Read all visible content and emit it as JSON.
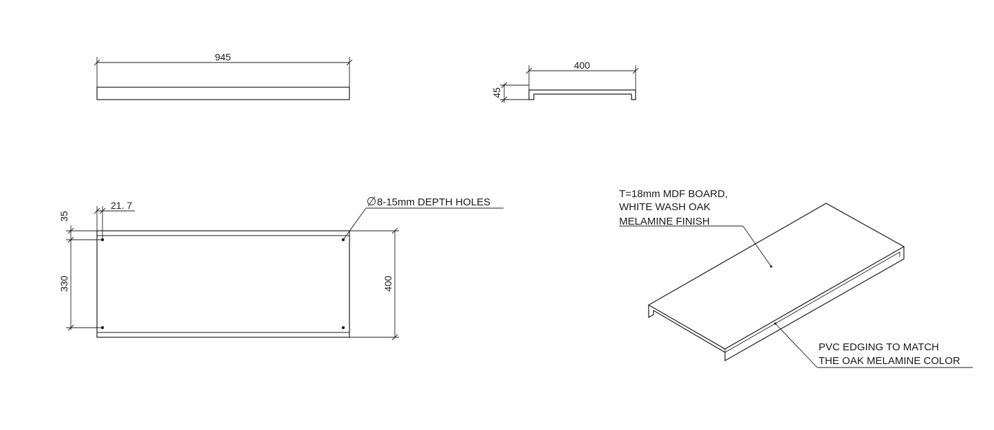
{
  "dimensions": {
    "front_length": "945",
    "side_width": "400",
    "side_height": "45",
    "hole_offset_top": "35",
    "hole_offset_side": "21. 7",
    "hole_spacing": "330",
    "plan_depth": "400"
  },
  "notes": {
    "holes": "8-15mm DEPTH HOLES",
    "material_line1": "T=18mm MDF BOARD,",
    "material_line2": "WHITE WASH OAK",
    "material_line3": "MELAMINE FINISH",
    "edging_line1": "PVC EDGING TO MATCH",
    "edging_line2": "THE OAK MELAMINE COLOR"
  },
  "symbols": {
    "diameter": "diameter-symbol"
  }
}
